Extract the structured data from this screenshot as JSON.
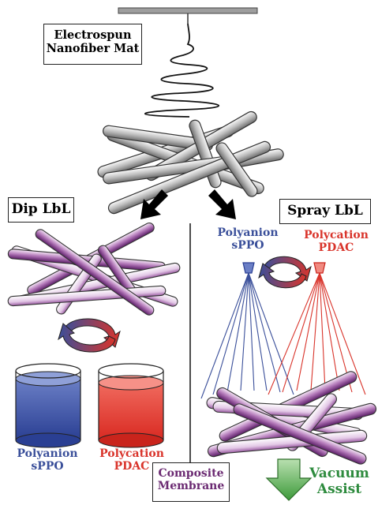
{
  "top_label": {
    "line1": "Electrospun",
    "line2": "Nanofiber Mat"
  },
  "dip": {
    "title": "Dip LbL"
  },
  "spray": {
    "title": "Spray LbL"
  },
  "polyanion": {
    "line1": "Polyanion",
    "line2": "sPPO"
  },
  "polycation": {
    "line1": "Polycation",
    "line2": "PDAC"
  },
  "composite": {
    "line1": "Composite",
    "line2": "Membrane"
  },
  "vacuum": {
    "line1": "Vacuum",
    "line2": "Assist"
  },
  "colors": {
    "polyanion": "#3a4f9a",
    "polycation": "#d9342b",
    "composite": "#6b2a72",
    "vacuum": "#2e8b3e",
    "fiber_grey": "#8a8a8a",
    "fiber_purple": "#7b2e86"
  }
}
